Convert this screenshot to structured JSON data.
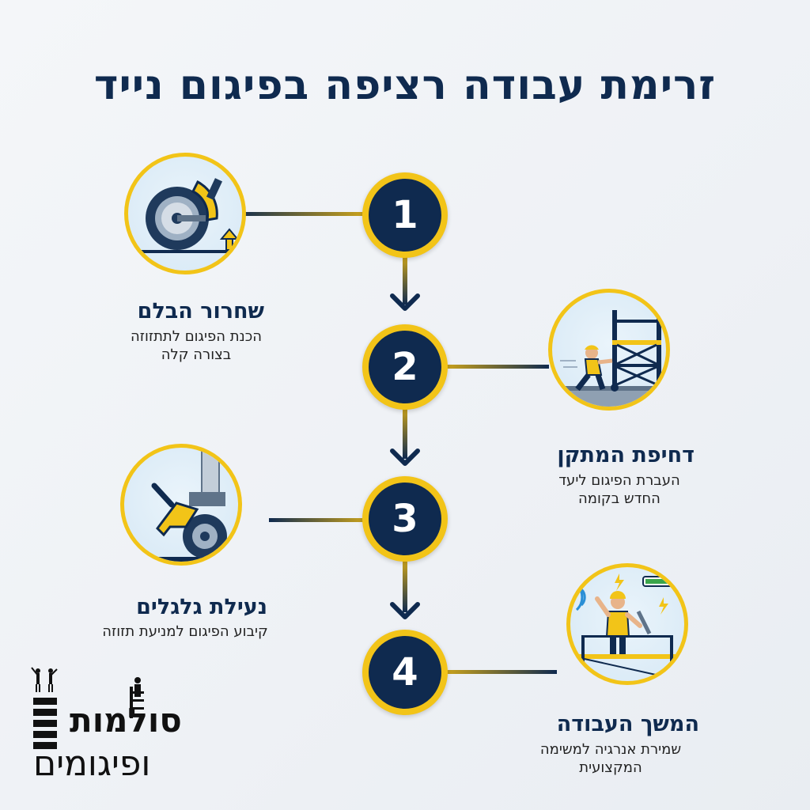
{
  "title": "זרימת עבודה רציפה בפיגום נייד",
  "steps": [
    {
      "number": "1",
      "heading": "שחרור הבלם",
      "desc_line1": "הכנת הפיגום לתתזוזה",
      "desc_line2": "בצורה קלה",
      "icon": "caster-brake-release-icon"
    },
    {
      "number": "2",
      "heading": "דחיפת המתקן",
      "desc_line1": "העברת הפיגום ליעד",
      "desc_line2": "החדש בקומה",
      "icon": "worker-pushing-scaffold-icon"
    },
    {
      "number": "3",
      "heading": "נעילת גלגלים",
      "desc_line1": "קיבוע הפיגום למניעת תזוזה",
      "desc_line2": "",
      "icon": "caster-brake-lock-icon"
    },
    {
      "number": "4",
      "heading": "המשך העבודה",
      "desc_line1": "שמירת אנרגיה למשימה",
      "desc_line2": "המקצועית",
      "icon": "worker-on-scaffold-icon"
    }
  ],
  "logo": {
    "line1": "סולמות",
    "line2": "ופיגומים"
  },
  "colors": {
    "navy": "#0f2a4f",
    "yellow": "#f2c418",
    "background": "#f0f3f7"
  }
}
